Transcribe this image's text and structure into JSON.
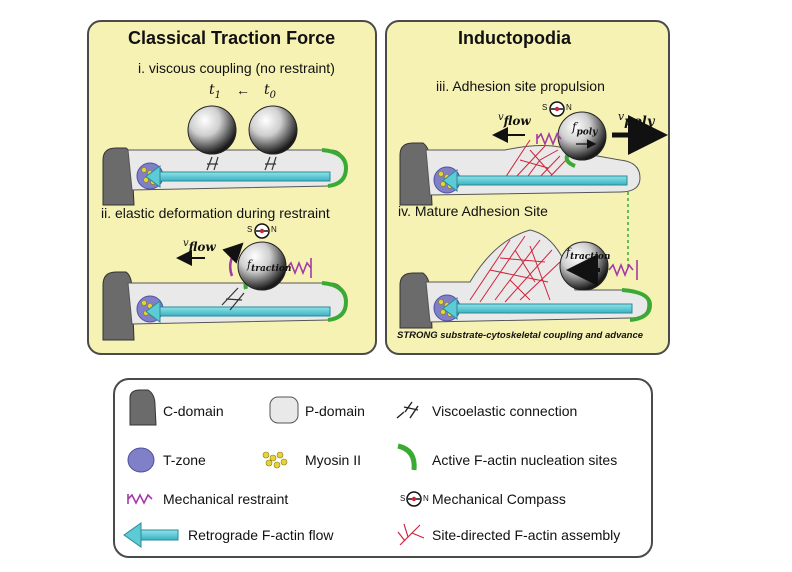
{
  "left_panel": {
    "title": "Classical Traction Force",
    "step_i": "i. viscous coupling (no restraint)",
    "t1": "t",
    "t1_sub": "1",
    "t0": "t",
    "t0_sub": "0",
    "arrow_glyph": "←",
    "step_ii": "ii. elastic deformation during restraint",
    "vflow_v": "v",
    "vflow_sub": "flow",
    "ftraction_f": "f",
    "ftraction_sub": "traction"
  },
  "right_panel": {
    "title": "Inductopodia",
    "step_iii": "iii. Adhesion site propulsion",
    "vflow_v": "v",
    "vflow_sub": "flow",
    "fpoly_f": "f",
    "fpoly_sub": "poly",
    "vpoly_v": "v",
    "vpoly_sub": "poly",
    "step_iv": "iv. Mature Adhesion Site",
    "ftraction_f": "f",
    "ftraction_sub": "traction",
    "footer": "STRONG substrate-cytoskeletal coupling and advance"
  },
  "compass": {
    "s": "S",
    "n": "N"
  },
  "legend": {
    "c_domain": "C-domain",
    "p_domain": "P-domain",
    "viscoelastic": "Viscoelastic connection",
    "t_zone": "T-zone",
    "myosin": "Myosin II",
    "nucleation": "Active F-actin nucleation sites",
    "restraint": "Mechanical restraint",
    "compass": "Mechanical Compass",
    "retrograde": "Retrograde F-actin flow",
    "assembly": "Site-directed F-actin assembly"
  },
  "colors": {
    "panel_bg": "#f6f2b4",
    "c_domain": "#6b6b6b",
    "p_domain": "#e9e9e9",
    "t_zone": "#8080c8",
    "myosin": "#e6d23c",
    "retrograde_flow": "#5ccbd6",
    "nucleation": "#3aaa35",
    "restraint": "#a43aa8",
    "actin_assembly": "#d0243a"
  }
}
